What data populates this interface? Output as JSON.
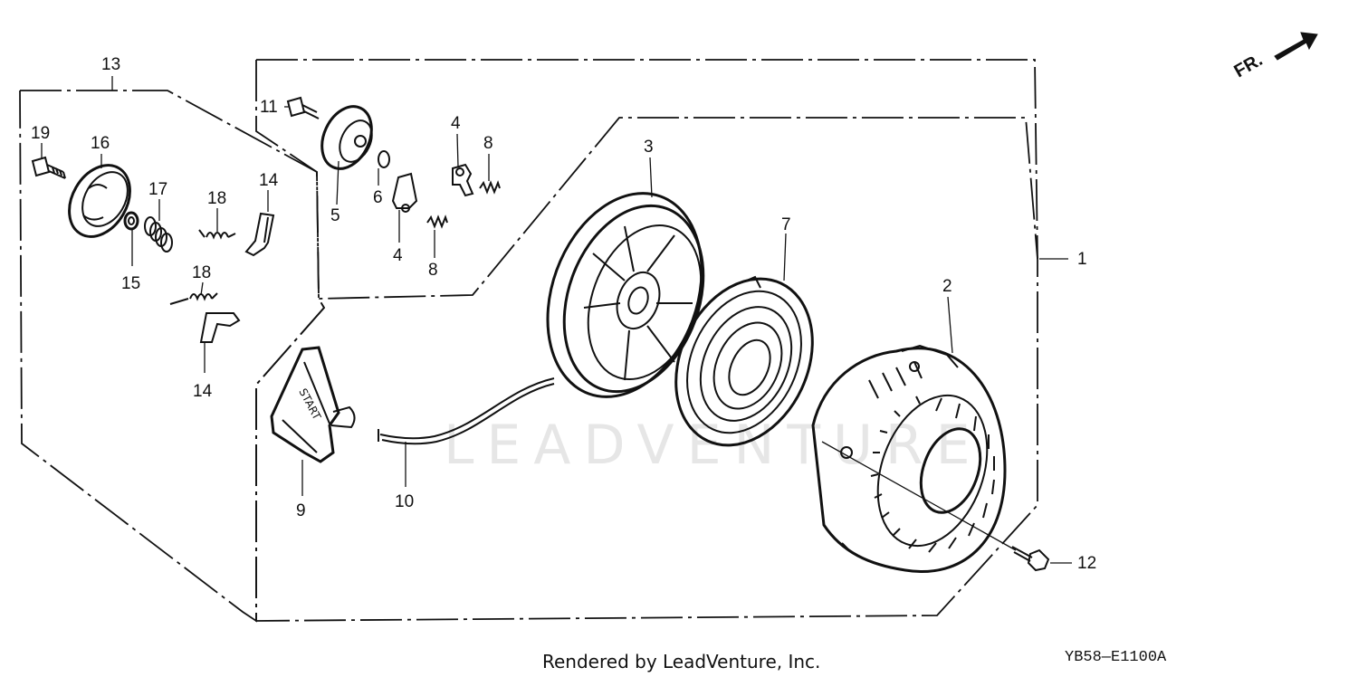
{
  "direction_marker": "FR.",
  "watermark": "LEADVENTURE",
  "callouts": [
    {
      "id": "c1",
      "label": "1"
    },
    {
      "id": "c2",
      "label": "2"
    },
    {
      "id": "c3",
      "label": "3"
    },
    {
      "id": "c4a",
      "label": "4"
    },
    {
      "id": "c4b",
      "label": "4"
    },
    {
      "id": "c5",
      "label": "5"
    },
    {
      "id": "c6",
      "label": "6"
    },
    {
      "id": "c7",
      "label": "7"
    },
    {
      "id": "c8a",
      "label": "8"
    },
    {
      "id": "c8b",
      "label": "8"
    },
    {
      "id": "c9",
      "label": "9"
    },
    {
      "id": "c10",
      "label": "10"
    },
    {
      "id": "c11",
      "label": "11"
    },
    {
      "id": "c12",
      "label": "12"
    },
    {
      "id": "c13",
      "label": "13"
    },
    {
      "id": "c14a",
      "label": "14"
    },
    {
      "id": "c14b",
      "label": "14"
    },
    {
      "id": "c15",
      "label": "15"
    },
    {
      "id": "c16",
      "label": "16"
    },
    {
      "id": "c17",
      "label": "17"
    },
    {
      "id": "c18a",
      "label": "18"
    },
    {
      "id": "c18b",
      "label": "18"
    },
    {
      "id": "c19",
      "label": "19"
    }
  ],
  "handle_text": "START",
  "footer": {
    "credit": "Rendered by LeadVenture, Inc.",
    "diagram_code": "YB58—E1100A"
  }
}
